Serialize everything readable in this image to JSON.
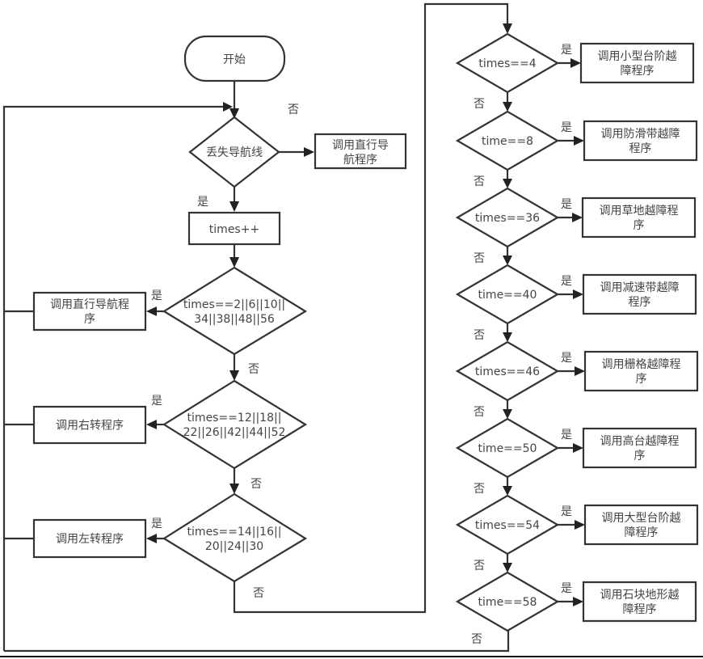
{
  "diagram": {
    "type": "flowchart",
    "start": {
      "label": "开始"
    },
    "lost_line": {
      "label": "丢失导航线",
      "yes": "是",
      "no": "否",
      "no_action": [
        "调用直行导",
        "航程序"
      ]
    },
    "increment": {
      "label": "times++"
    },
    "left_decisions": [
      {
        "lines": [
          "times==2||6||10||",
          "34||38||48||56"
        ],
        "yes": "是",
        "no": "否",
        "action": [
          "调用直行导航程",
          "序"
        ]
      },
      {
        "lines": [
          "times==12||18||",
          "22||26||42||44||52"
        ],
        "yes": "是",
        "no": "否",
        "action": [
          "调用右转程序"
        ]
      },
      {
        "lines": [
          "times==14||16||",
          "20||24||30"
        ],
        "yes": "是",
        "no": "否",
        "action": [
          "调用左转程序"
        ]
      }
    ],
    "right_decisions": [
      {
        "lines": [
          "times==4"
        ],
        "yes": "是",
        "no": "否",
        "action": [
          "调用小型台阶越",
          "障程序"
        ]
      },
      {
        "lines": [
          "time==8"
        ],
        "yes": "是",
        "no": "否",
        "action": [
          "调用防滑带越障",
          "程序"
        ]
      },
      {
        "lines": [
          "times==36"
        ],
        "yes": "是",
        "no": "否",
        "action": [
          "调用草地越障程",
          "序"
        ]
      },
      {
        "lines": [
          "time==40"
        ],
        "yes": "是",
        "no": "否",
        "action": [
          "调用减速带越障",
          "程序"
        ]
      },
      {
        "lines": [
          "times==46"
        ],
        "yes": "是",
        "no": "否",
        "action": [
          "调用栅格越障程",
          "序"
        ]
      },
      {
        "lines": [
          "time==50"
        ],
        "yes": "是",
        "no": "否",
        "action": [
          "调用高台越障程",
          "序"
        ]
      },
      {
        "lines": [
          "times==54"
        ],
        "yes": "是",
        "no": "否",
        "action": [
          "调用大型台阶越",
          "障程序"
        ]
      },
      {
        "lines": [
          "time==58"
        ],
        "yes": "是",
        "no": "否",
        "action": [
          "调用石块地形越",
          "障程序"
        ]
      }
    ]
  }
}
